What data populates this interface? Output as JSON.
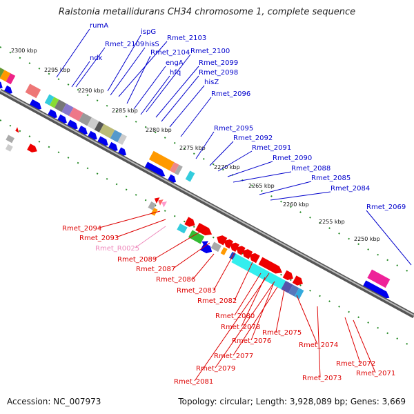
{
  "title": "Ralstonia metallidurans CH34 chromosome 1, complete sequence",
  "footer": {
    "accession": "Accession: NC_007973",
    "summary": "Topology: circular; Length: 3,928,089 bp; Genes: 3,669"
  },
  "colors": {
    "upper_label": "#0000cc",
    "lower_label": "#dd0000",
    "rna_label": "#ee88bb",
    "backbone": "#888888",
    "tick": "#228822"
  },
  "scale_labels": [
    "2300 kbp",
    "2295 kbp",
    "2290 kbp",
    "2285 kbp",
    "2280 kbp",
    "2275 kbp",
    "2270 kbp",
    "2265 kbp",
    "2260 kbp",
    "2255 kbp",
    "2250 kbp"
  ],
  "upper_labels": [
    "rumA",
    "ispG",
    "Rmet_2103",
    "Rmet_2109",
    "hisS",
    "ndk",
    "Rmet_2104",
    "Rmet_2100",
    "engA",
    "Rmet_2099",
    "hfq",
    "Rmet_2098",
    "hisZ",
    "Rmet_2096",
    "Rmet_2095",
    "Rmet_2092",
    "Rmet_2091",
    "Rmet_2090",
    "Rmet_2088",
    "Rmet_2085",
    "Rmet_2084",
    "Rmet_2069"
  ],
  "lower_labels": [
    "Rmet_2094",
    "Rmet_2093",
    "Rmet_R0025",
    "Rmet_2089",
    "Rmet_2087",
    "Rmet_2086",
    "Rmet_2083",
    "Rmet_2082",
    "Rmet_2080",
    "Rmet_2078",
    "Rmet_2076",
    "Rmet_2077",
    "Rmet_2079",
    "Rmet_2081",
    "Rmet_2075",
    "Rmet_2074",
    "Rmet_2073",
    "Rmet_2072",
    "Rmet_2071"
  ]
}
